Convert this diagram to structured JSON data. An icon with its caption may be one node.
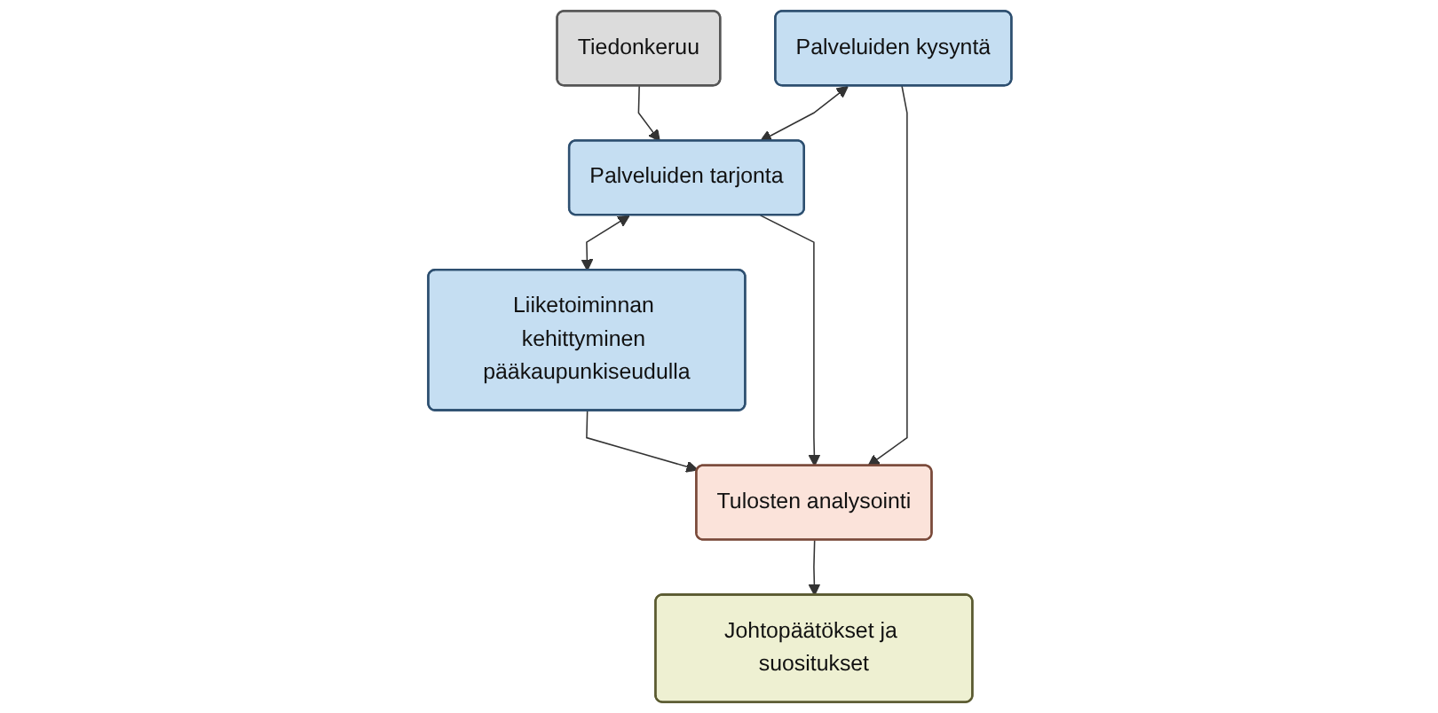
{
  "diagram": {
    "nodes": [
      {
        "text": [
          "Tiedonkeruu"
        ]
      },
      {
        "text": [
          "Palveluiden kysyntä"
        ]
      },
      {
        "text": [
          "Palveluiden tarjonta"
        ]
      },
      {
        "text": [
          "Liiketoiminnan kehittyminen pääkaupunkiseudulla"
        ]
      },
      {
        "text": [
          "Tulosten analysointi"
        ]
      },
      {
        "text": [
          "Johtopäätökset ja suositukset"
        ]
      }
    ],
    "edges": [
      {
        "from": 0,
        "to": 2,
        "arrow": "to"
      },
      {
        "from": 1,
        "to": 2,
        "arrow": "both"
      },
      {
        "from": 2,
        "to": 3,
        "arrow": "both"
      },
      {
        "from": 1,
        "to": 4,
        "arrow": "to"
      },
      {
        "from": 2,
        "to": 4,
        "arrow": "to"
      },
      {
        "from": 3,
        "to": 4,
        "arrow": "to"
      },
      {
        "from": 4,
        "to": 5,
        "arrow": "to"
      }
    ]
  }
}
